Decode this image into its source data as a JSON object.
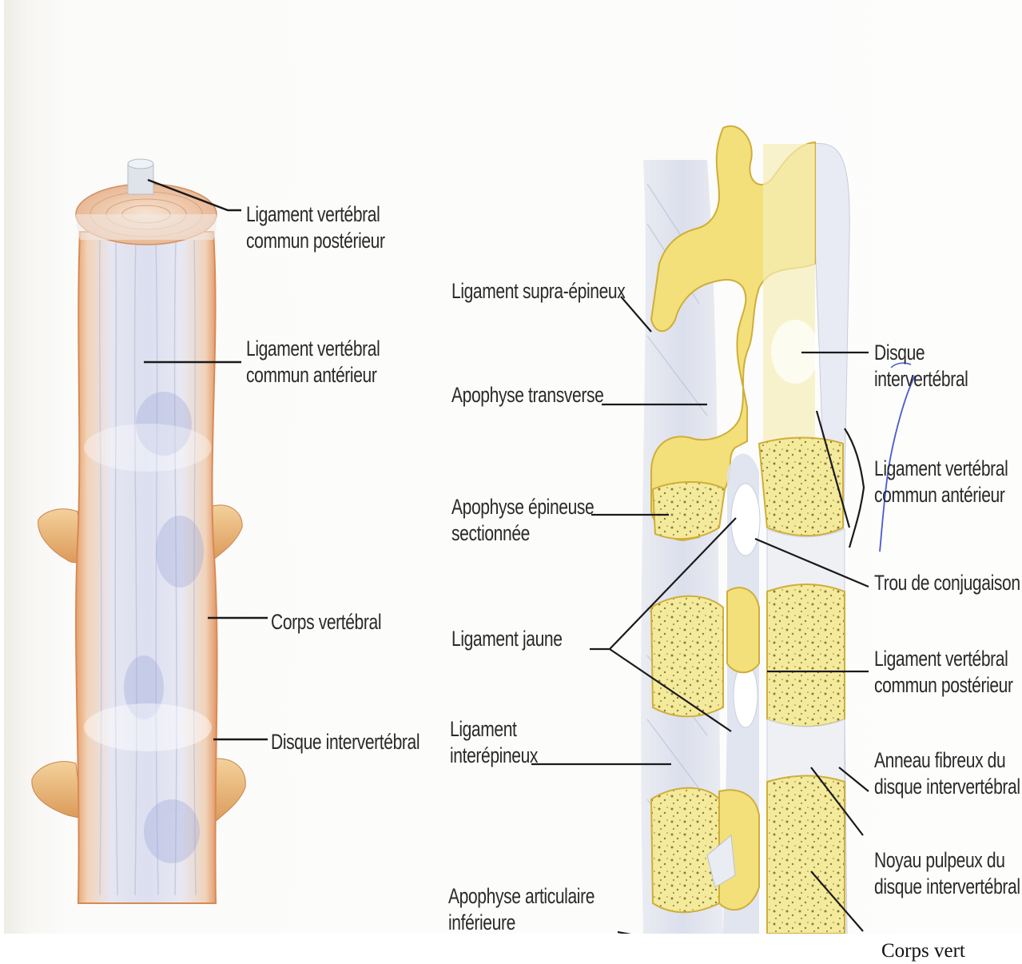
{
  "left_figure": {
    "labels": {
      "posterior_ligament": [
        "Ligament vertébral",
        "commun postérieur"
      ],
      "anterior_ligament": [
        "Ligament vertébral",
        "commun antérieur"
      ],
      "vertebral_body": "Corps vertébral",
      "intervertebral_disc": "Disque intervertébral"
    }
  },
  "right_figure": {
    "labels": {
      "supraspinous": "Ligament supra-épineux",
      "transverse_process": "Apophyse transverse",
      "spinous_process": [
        "Apophyse épineuse",
        "sectionnée"
      ],
      "ligamentum_flavum": "Ligament jaune",
      "interspinous": [
        "Ligament",
        "interépineux"
      ],
      "inferior_articular": [
        "Apophyse articulaire",
        "inférieure"
      ],
      "disc": [
        "Disque",
        "intervertébral"
      ],
      "anterior_ligament": [
        "Ligament vertébral",
        "commun antérieur"
      ],
      "foramen": "Trou de conjugaison",
      "posterior_ligament": [
        "Ligament vertébral",
        "commun postérieur"
      ],
      "annulus": [
        "Anneau fibreux du",
        "disque intervertébral"
      ],
      "nucleus": [
        "Noyau pulpeux du",
        "disque intervertébral"
      ]
    }
  },
  "caption": "Corps vert",
  "colors": {
    "bone": "#f3e07a",
    "bone_shadow": "#d9b83f",
    "ligament": "#d8dde8",
    "orange_edge": "#e2965a",
    "line": "#1a1a1a"
  }
}
